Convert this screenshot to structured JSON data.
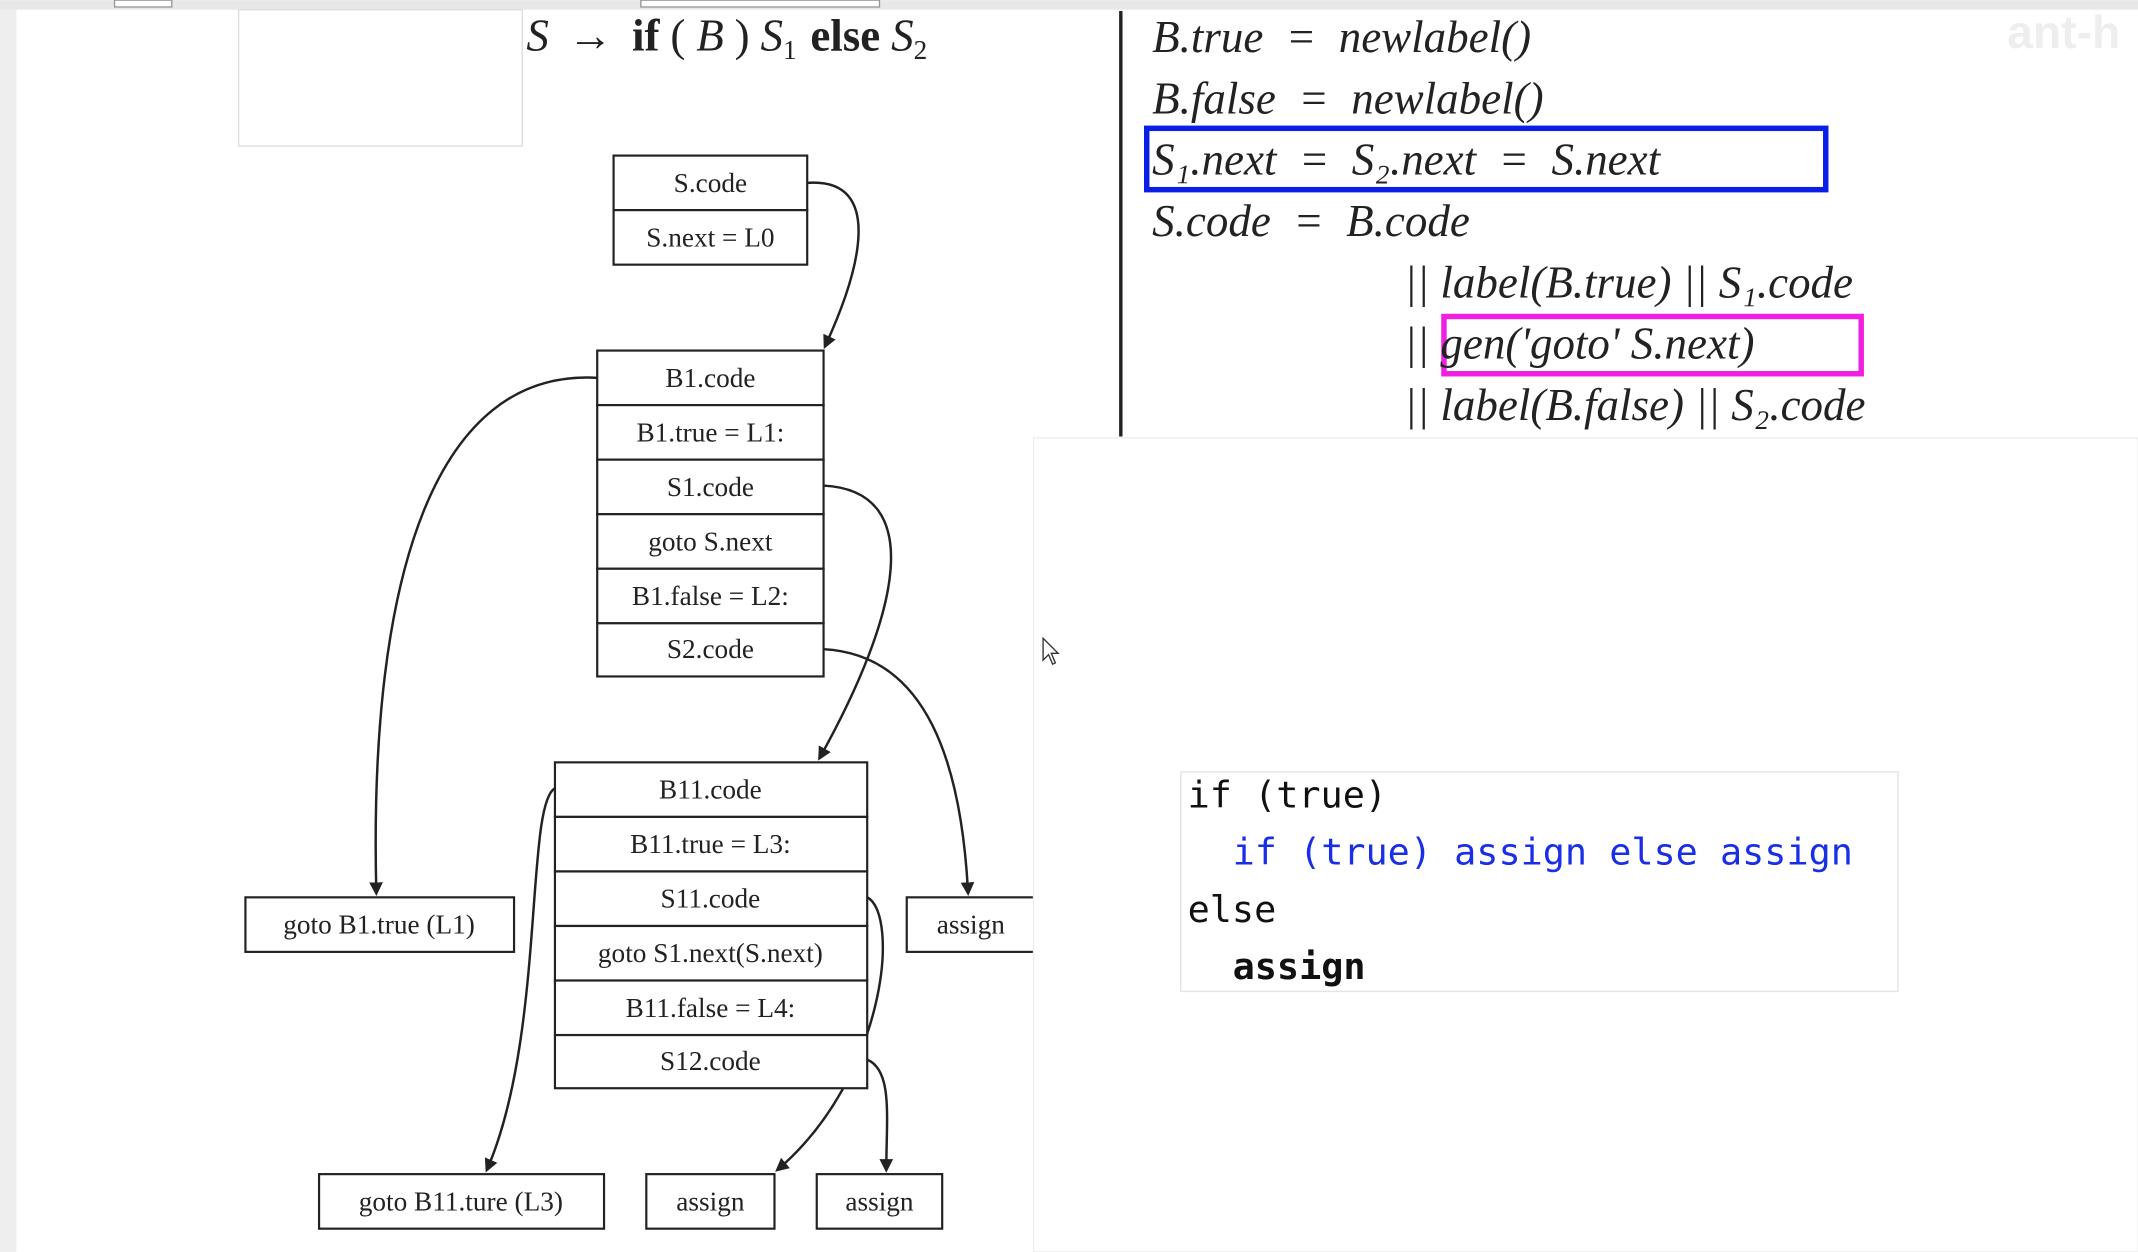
{
  "production": {
    "lhs": "S",
    "arrow": "→",
    "if": "if",
    "lparen": "(",
    "cond": "B",
    "rparen": ")",
    "s1": "S",
    "s1sub": "1",
    "else": "else",
    "s2": "S",
    "s2sub": "2"
  },
  "rules": [
    "B.true  =  newlabel()",
    "B.false  =  newlabel()",
    "S₁.next  =  S₂.next  =  S.next",
    "S.code  =  B.code",
    "|| label(B.true) || S₁.code",
    "|| gen('goto' S.next)",
    "|| label(B.false) || S₂.code"
  ],
  "highlight_colors": {
    "rule_box": "#0a1ee6",
    "gen_box": "#f020e0"
  },
  "tree": {
    "s_box": [
      "S.code",
      "S.next = L0"
    ],
    "b1_box": [
      "B1.code",
      "B1.true = L1:",
      "S1.code",
      "goto S.next",
      "B1.false = L2:",
      "S2.code"
    ],
    "b11_box": [
      "B11.code",
      "B11.true = L3:",
      "S11.code",
      "goto S1.next(S.next)",
      "B11.false = L4:",
      "S12.code"
    ],
    "goto_b1_true": "goto B1.true (L1)",
    "assign_right": "assign",
    "goto_b11_true": "goto B11.ture (L3)",
    "assign_1": "assign",
    "assign_2": "assign"
  },
  "code_sample": {
    "line1": "if (true)",
    "line2": "if (true) assign else assign",
    "line3": "else",
    "line4": "assign"
  },
  "watermark": "ant-h"
}
